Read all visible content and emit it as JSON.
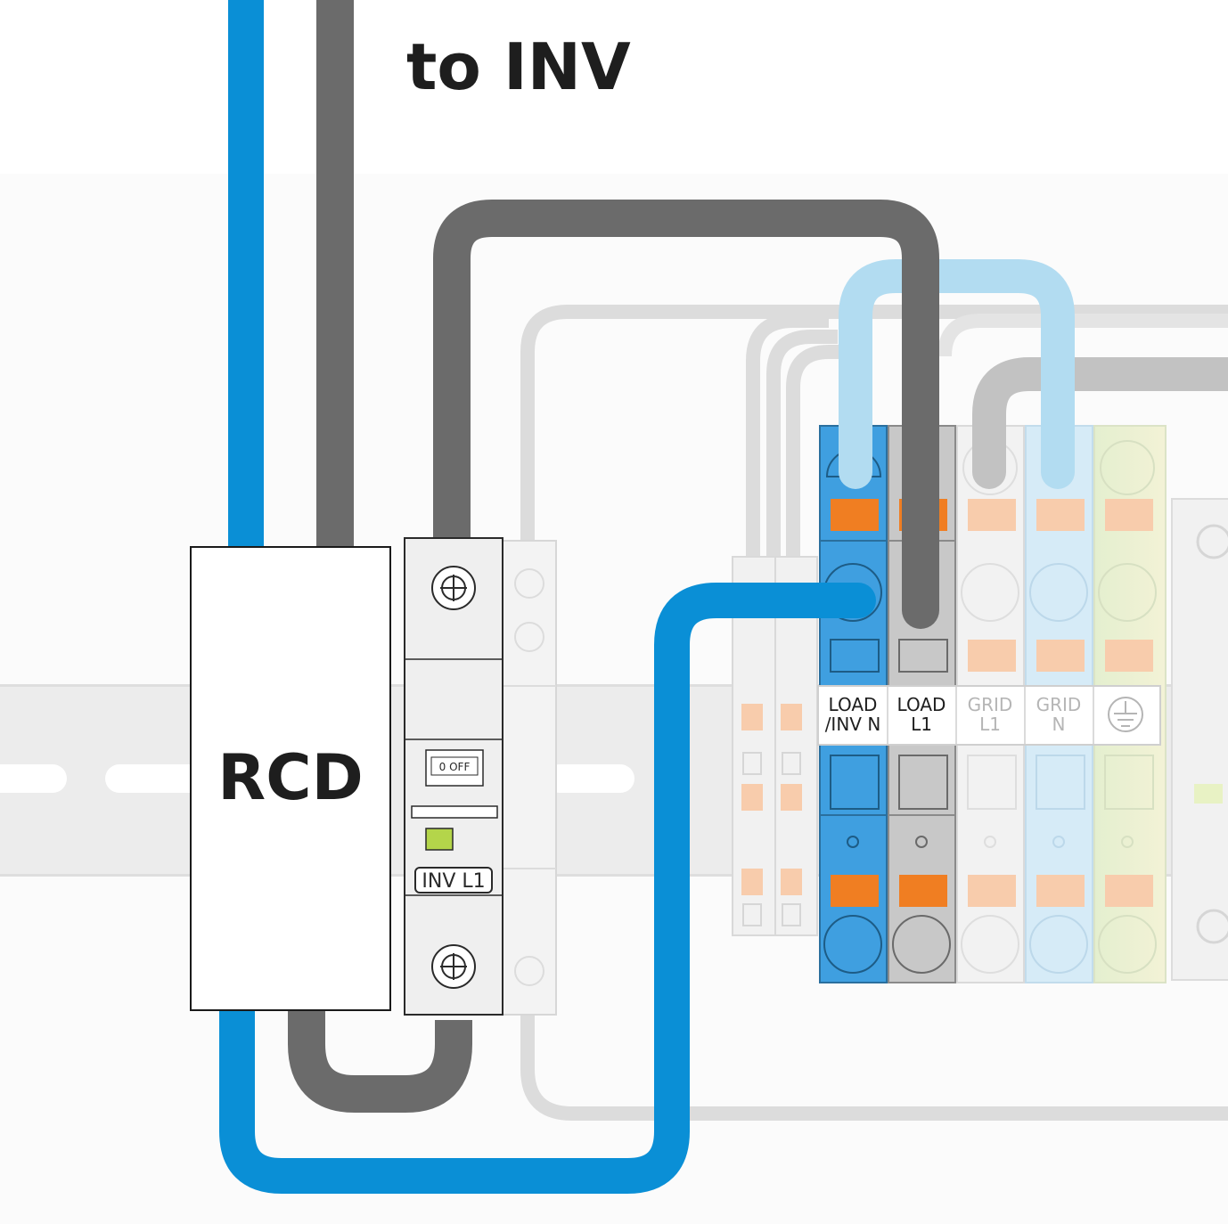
{
  "title": "to INV",
  "rcd_label": "RCD",
  "breaker_label": "INV L1",
  "breaker_switch_text": "0 OFF",
  "terminals": [
    {
      "line1": "LOAD",
      "line2": "/INV N",
      "highlighted": true
    },
    {
      "line1": "LOAD",
      "line2": "L1",
      "highlighted": true
    },
    {
      "line1": "GRID",
      "line2": "L1",
      "highlighted": false
    },
    {
      "line1": "GRID",
      "line2": "N",
      "highlighted": false
    }
  ],
  "earth_symbol": "earth-ground-icon",
  "colors": {
    "neutral_blue": "#0a8fd6",
    "neutral_light": "#b2dcf1",
    "phase_gray": "#6b6b6b",
    "faded_wire": "#dcdcdc",
    "terminal_blue": "#3f9fe0",
    "terminal_gray": "#c8c8c8",
    "clamp_orange": "#f07e22",
    "clamp_faded": "#f8ccac",
    "indicator_green": "#b4d54a"
  }
}
